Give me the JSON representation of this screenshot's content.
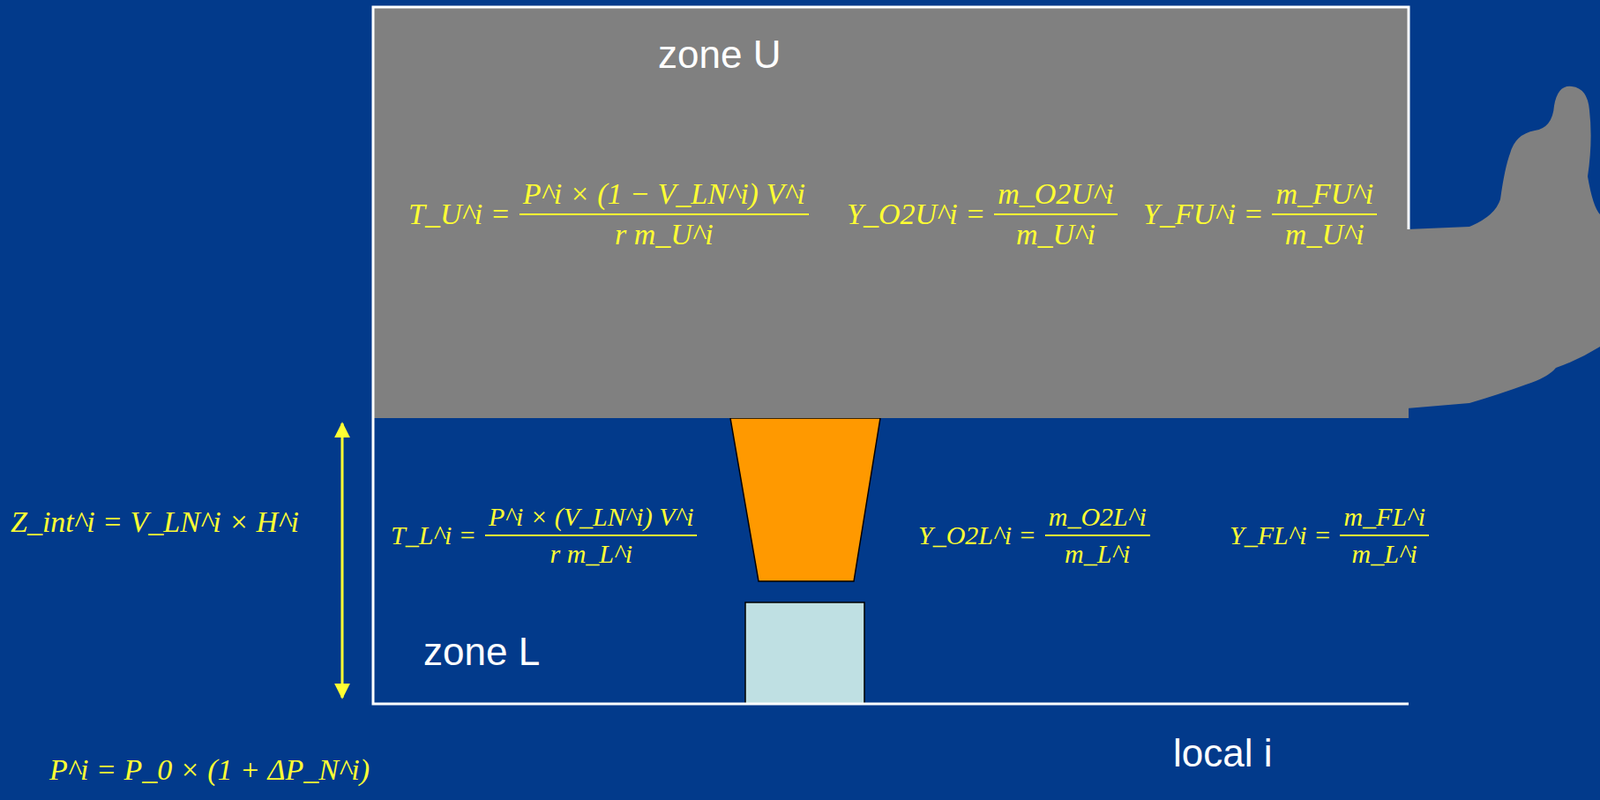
{
  "diagram": {
    "nodes": [
      {
        "text": [
          "local i"
        ]
      },
      {
        "text": [
          "zone U",
          "T_U^i =",
          "P^i × (1 − V_LN^i) V^i",
          "r m_U^i",
          "Y_O2U^i =",
          "m_O2U^i",
          "m_U^i",
          "Y_FU^i =",
          "m_FU^i",
          "m_U^i"
        ],
        "in": 0
      },
      {
        "text": [
          "zone L",
          "T_L^i =",
          "P^i × (V_LN^i) V^i",
          "r m_L^i",
          "Y_O2L^i =",
          "m_O2L^i",
          "m_L^i",
          "Y_FL^i =",
          "m_FL^i",
          "m_L^i"
        ],
        "in": 0
      }
    ],
    "labels": [
      "Z_int^i = V_LN^i × H^i",
      "P^i = P_0 × (1 + ΔP_N^i)"
    ]
  }
}
